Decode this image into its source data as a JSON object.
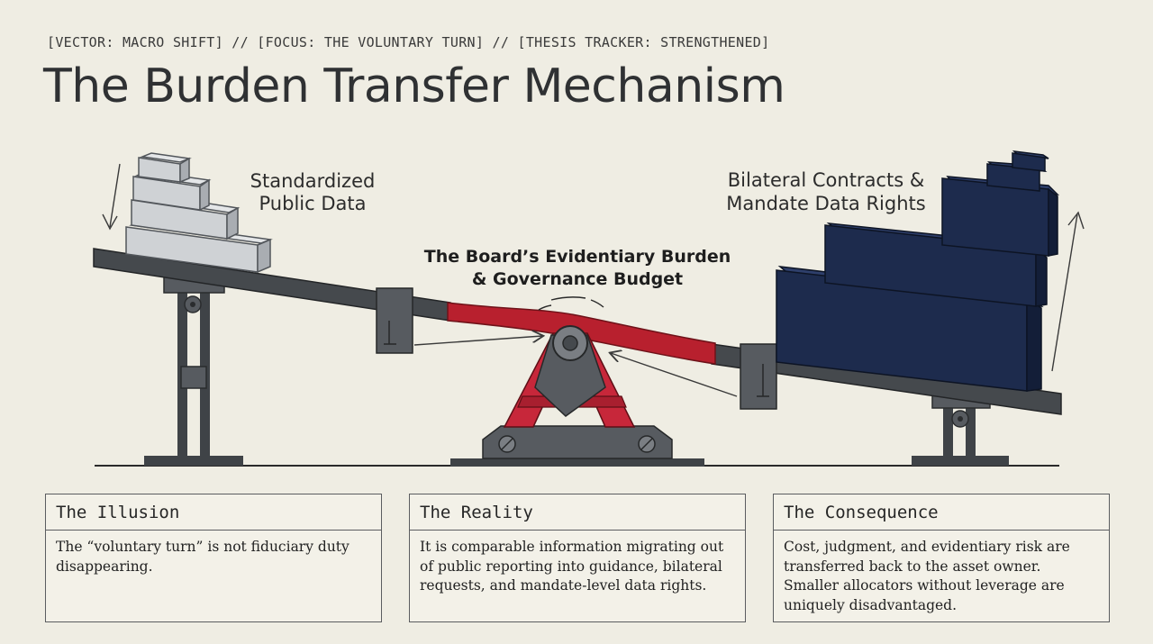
{
  "header": {
    "breadcrumb": "[VECTOR: MACRO SHIFT] // [FOCUS: THE VOLUNTARY TURN] // [THESIS TRACKER: STRENGTHENED]",
    "title": "The Burden Transfer Mechanism"
  },
  "diagram": {
    "left_label": [
      "Standardized",
      "Public Data"
    ],
    "right_label": [
      "Bilateral Contracts &",
      "Mandate Data Rights"
    ],
    "center_label": [
      "The Board’s Evidentiary Burden",
      "& Governance Budget"
    ],
    "colors": {
      "beam": "#45494d",
      "flex_beam": "#b8202e",
      "fulcrum": "#c7273a",
      "light_blocks": "#cfd2d5",
      "heavy_blocks": "#1d2b4d",
      "background": "#efede3"
    }
  },
  "cards": [
    {
      "title": "The Illusion",
      "body": "The “voluntary turn” is not fiduciary duty disappearing."
    },
    {
      "title": "The Reality",
      "body": "It is comparable information migrating out of public reporting into guidance, bilateral requests, and mandate-level data rights."
    },
    {
      "title": "The Consequence",
      "body": "Cost, judgment, and evidentiary risk are transferred back to the asset owner. Smaller allocators without leverage are uniquely disadvantaged."
    }
  ]
}
